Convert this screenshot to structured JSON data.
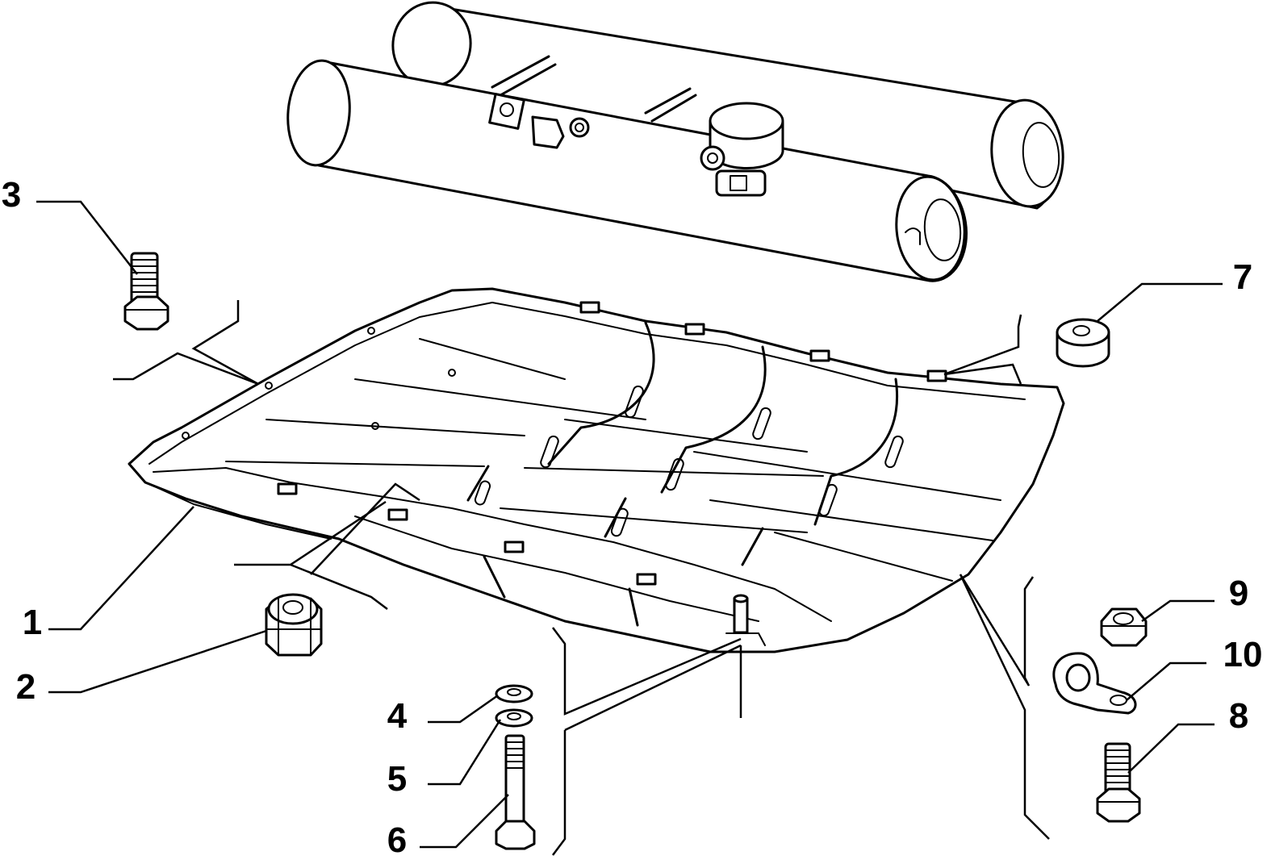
{
  "callouts": [
    {
      "id": "1",
      "label": "1",
      "part": "tank-guard-tray"
    },
    {
      "id": "2",
      "label": "2",
      "part": "nut"
    },
    {
      "id": "3",
      "label": "3",
      "part": "bolt"
    },
    {
      "id": "4",
      "label": "4",
      "part": "washer"
    },
    {
      "id": "5",
      "label": "5",
      "part": "washer"
    },
    {
      "id": "6",
      "label": "6",
      "part": "long-bolt"
    },
    {
      "id": "7",
      "label": "7",
      "part": "spacer-ring"
    },
    {
      "id": "8",
      "label": "8",
      "part": "bolt"
    },
    {
      "id": "9",
      "label": "9",
      "part": "nut"
    },
    {
      "id": "10",
      "label": "10",
      "part": "pipe-clamp"
    }
  ]
}
